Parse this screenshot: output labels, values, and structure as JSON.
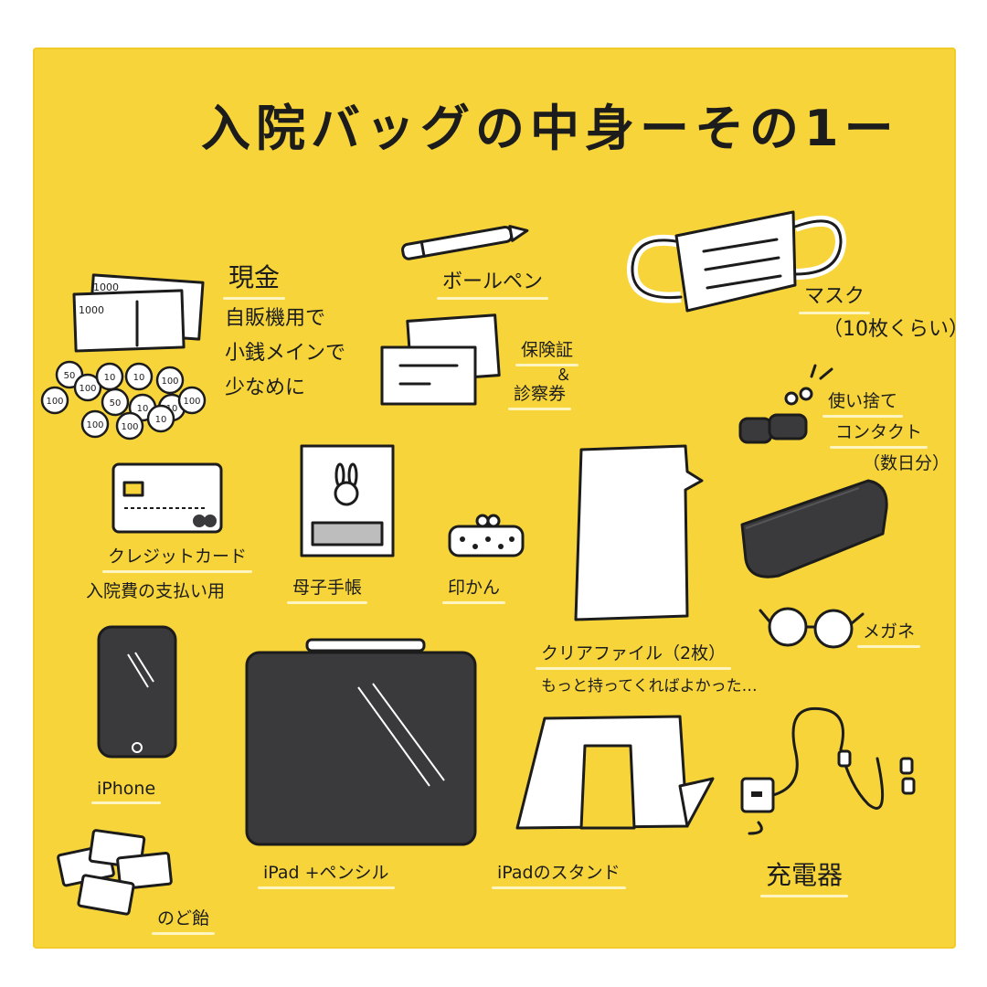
{
  "title": "入院バッグの中身ーその1ー",
  "items": {
    "cash": {
      "label": "現金",
      "notes": [
        "自販機用で",
        "小銭メインで",
        "少なめに"
      ]
    },
    "pen": {
      "label": "ボールペン"
    },
    "mask": {
      "label": "マスク",
      "note": "（10枚くらい）"
    },
    "insurance": {
      "label": "保険証",
      "amp": "＆",
      "label2": "診察券"
    },
    "contacts": {
      "label": "使い捨て",
      "label2": "コンタクト",
      "note": "（数日分）"
    },
    "credit_card": {
      "label": "クレジットカード",
      "note": "入院費の支払い用"
    },
    "mother_handbook": {
      "label": "母子手帳"
    },
    "stamp": {
      "label": "印かん"
    },
    "clear_file": {
      "label": "クリアファイル（2枚）",
      "note": "もっと持ってくればよかった…"
    },
    "glasses": {
      "label": "メガネ"
    },
    "iphone": {
      "label": "iPhone"
    },
    "ipad": {
      "label": "iPad +ペンシル"
    },
    "ipad_stand": {
      "label": "iPadのスタンド"
    },
    "charger": {
      "label": "充電器"
    },
    "throat_candy": {
      "label": "のど飴"
    }
  },
  "cash_bills": [
    "1000",
    "1000"
  ],
  "cash_coins": [
    "50",
    "100",
    "10",
    "10",
    "100",
    "100",
    "50",
    "10",
    "10",
    "100",
    "100",
    "100",
    "10"
  ],
  "colors": {
    "background": "#f7d53a",
    "ink": "#1c1c1c",
    "highlight": "#fff5c0",
    "device": "#3a3a3c"
  }
}
